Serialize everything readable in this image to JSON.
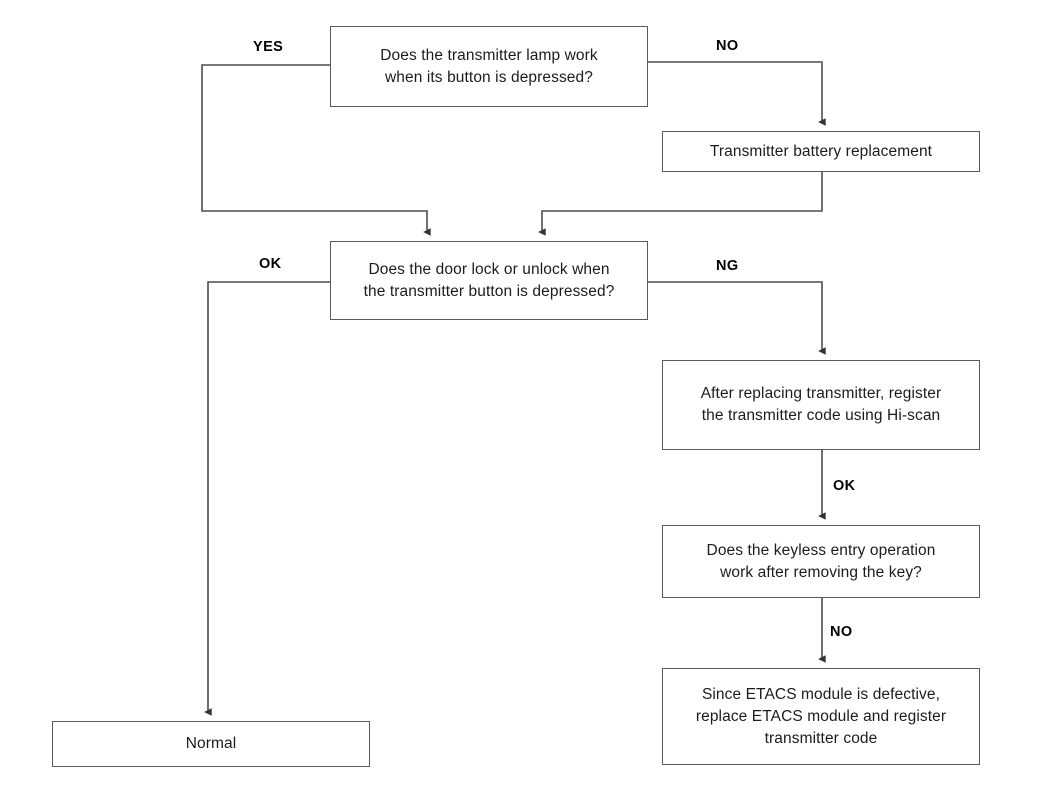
{
  "diagram": {
    "title": "Keyless entry / transmitter troubleshooting flowchart",
    "type": "flowchart",
    "colors": {
      "background": "#ffffff",
      "node_border": "#5a5a5a",
      "node_fill": "#ffffff",
      "edge_stroke": "#4d4d4d",
      "text": "#1c1c1c",
      "label_text": "#000000"
    },
    "nodes": [
      {
        "id": "q-lamp",
        "shape": "rectangle",
        "text": "Does the transmitter lamp work\nwhen its button is depressed?"
      },
      {
        "id": "battery",
        "shape": "rectangle",
        "text": "Transmitter battery replacement"
      },
      {
        "id": "q-doorlock",
        "shape": "rectangle",
        "text": "Does the door lock or unlock when\nthe transmitter button is depressed?"
      },
      {
        "id": "register",
        "shape": "rectangle",
        "text": "After replacing transmitter, register\nthe transmitter code using Hi-scan"
      },
      {
        "id": "q-keyless",
        "shape": "rectangle",
        "text": "Does the keyless entry operation\nwork after removing the key?"
      },
      {
        "id": "etacs",
        "shape": "rectangle",
        "text": "Since ETACS module is defective,\nreplace ETACS module and register\ntransmitter code"
      },
      {
        "id": "normal",
        "shape": "rectangle",
        "text": "Normal"
      }
    ],
    "edges": [
      {
        "id": "yes",
        "from": "q-lamp",
        "to": "q-doorlock",
        "label": "YES"
      },
      {
        "id": "no",
        "from": "q-lamp",
        "to": "battery",
        "label": "NO"
      },
      {
        "id": "bat",
        "from": "battery",
        "to": "q-doorlock",
        "label": ""
      },
      {
        "id": "ok1",
        "from": "q-doorlock",
        "to": "normal",
        "label": "OK"
      },
      {
        "id": "ng",
        "from": "q-doorlock",
        "to": "register",
        "label": "NG"
      },
      {
        "id": "ok2",
        "from": "register",
        "to": "q-keyless",
        "label": "OK"
      },
      {
        "id": "no2",
        "from": "q-keyless",
        "to": "etacs",
        "label": "NO"
      }
    ]
  }
}
